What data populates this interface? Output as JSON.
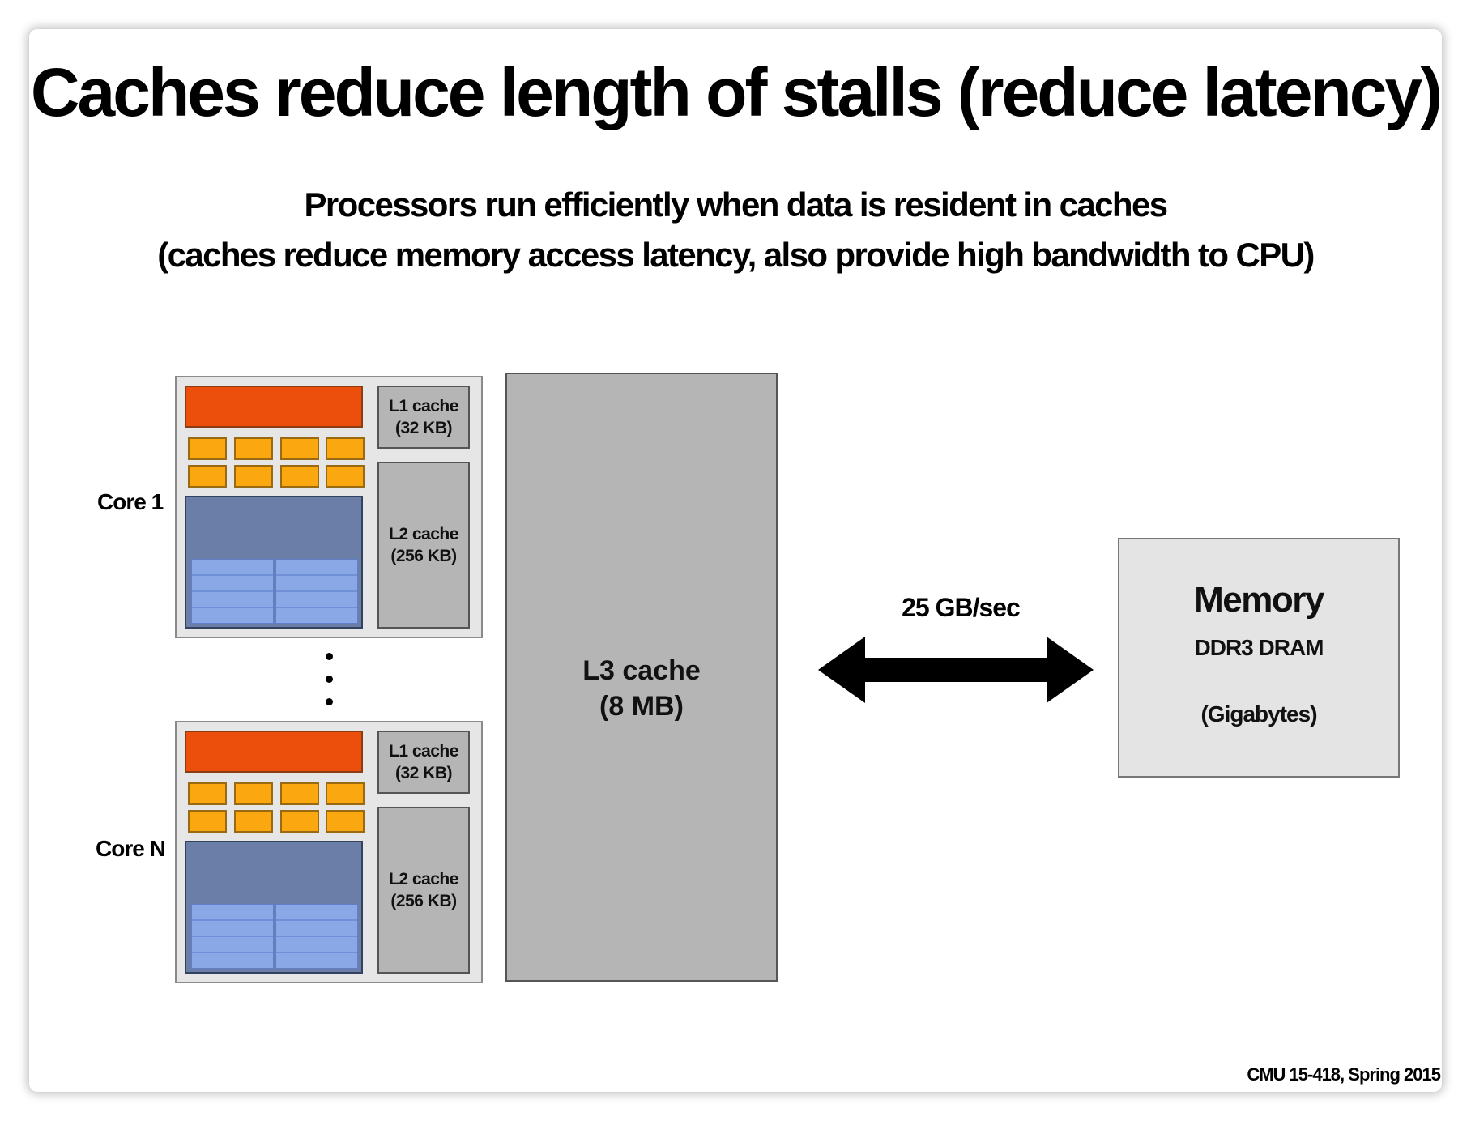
{
  "title": "Caches reduce length of stalls (reduce latency)",
  "subtitle_line1": "Processors run efficiently when data is resident in caches",
  "subtitle_line2": "(caches reduce memory access latency, also provide high bandwidth to CPU)",
  "cores": [
    {
      "label": "Core 1",
      "l1_name": "L1 cache",
      "l1_size": "(32 KB)",
      "l2_name": "L2 cache",
      "l2_size": "(256 KB)"
    },
    {
      "label": "Core N",
      "l1_name": "L1 cache",
      "l1_size": "(32 KB)",
      "l2_name": "L2 cache",
      "l2_size": "(256 KB)"
    }
  ],
  "l3": {
    "name": "L3 cache",
    "size": "(8 MB)"
  },
  "bandwidth": "25 GB/sec",
  "memory": {
    "title": "Memory",
    "type": "DDR3 DRAM",
    "size": "(Gigabytes)"
  },
  "footer": "CMU 15-418, Spring 2015",
  "colors": {
    "fetch_decode": "#ec4f0c",
    "alu": "#fba70f",
    "exec_context": "#6a7ea8",
    "context_storage": "#8aa7e6",
    "cache": "#b5b5b5",
    "memory": "#e4e4e4"
  }
}
